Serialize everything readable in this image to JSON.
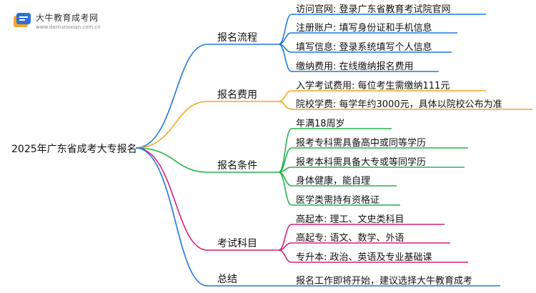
{
  "logo": {
    "title": "大牛教育成考网",
    "url": "www.daniuzaixian.com.cn",
    "colors": {
      "badge_orange": "#f5a623",
      "badge_blue": "#2f6fd8"
    }
  },
  "root": "2025年广东省成考大专报名",
  "colors": {
    "blue": "#1f78e0",
    "orange": "#f0a81c",
    "green": "#27b34a",
    "magenta": "#d6217a"
  },
  "branches": [
    {
      "label": "报名流程",
      "color": "blue",
      "items": [
        "访问官网: 登录广东省教育考试院官网",
        "注册账户: 填写身份证和手机信息",
        "填写信息: 登录系统填写个人信息",
        "缴纳费用: 在线缴纳报名费用"
      ]
    },
    {
      "label": "报名费用",
      "color": "orange",
      "items": [
        "入学考试费用: 每位考生需缴纳111元",
        "院校学费: 每学年约3000元，具体以院校公布为准"
      ]
    },
    {
      "label": "报名条件",
      "color": "green",
      "items": [
        "年满18周岁",
        "报考专科需具备高中或同等学历",
        "报考本科需具备大专或等同学历",
        "身体健康，能自理",
        "医学类需持有资格证"
      ]
    },
    {
      "label": "考试科目",
      "color": "magenta",
      "items": [
        "高起本: 理工、文史类科目",
        "高起专: 语文、数学、外语",
        "专升本: 政治、英语及专业基础课"
      ]
    },
    {
      "label": "总结",
      "color": "blue",
      "items": [
        "报名工作即将开始，建议选择大牛教育成考"
      ]
    }
  ]
}
